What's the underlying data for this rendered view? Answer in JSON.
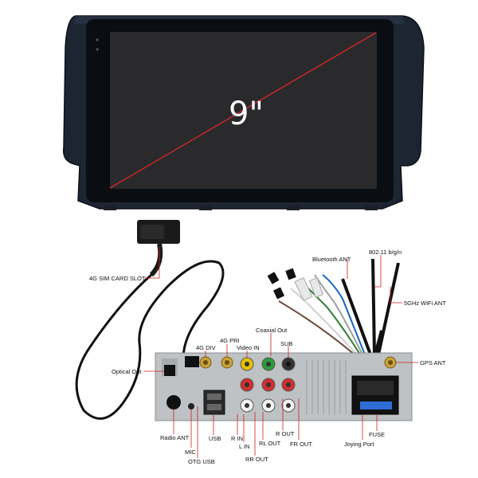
{
  "screen": {
    "size_label": "9\""
  },
  "labels": {
    "sim_slot": "4G SIM CARD SLOT",
    "bluetooth_ant": "Bluetooth ANT",
    "wifi_standard": "802.11 b/g/n",
    "wifi_5ghz_ant": "5GHz WiFi ANT",
    "coaxial_out": "Coaxial Out",
    "div_4g": "4G DIV",
    "pri_4g": "4G PRI",
    "video_in": "Video IN",
    "sub": "SUB",
    "gps_ant": "GPS ANT",
    "optical_out": "Optical Out",
    "radio_ant": "Radio ANT",
    "mic": "MIC",
    "otg_usb": "OTG USB",
    "usb": "USB",
    "r_in": "R IN",
    "l_in": "L IN",
    "rl_out": "RL OUT",
    "rr_out": "RR OUT",
    "r_out": "R OUT",
    "fr_out": "FR OUT",
    "fuse": "FUSE",
    "joying_port": "Joying Port"
  },
  "colors": {
    "leader_line": "#d21f1f",
    "diagonal": "#c62828",
    "bezel": "#1b2230"
  }
}
